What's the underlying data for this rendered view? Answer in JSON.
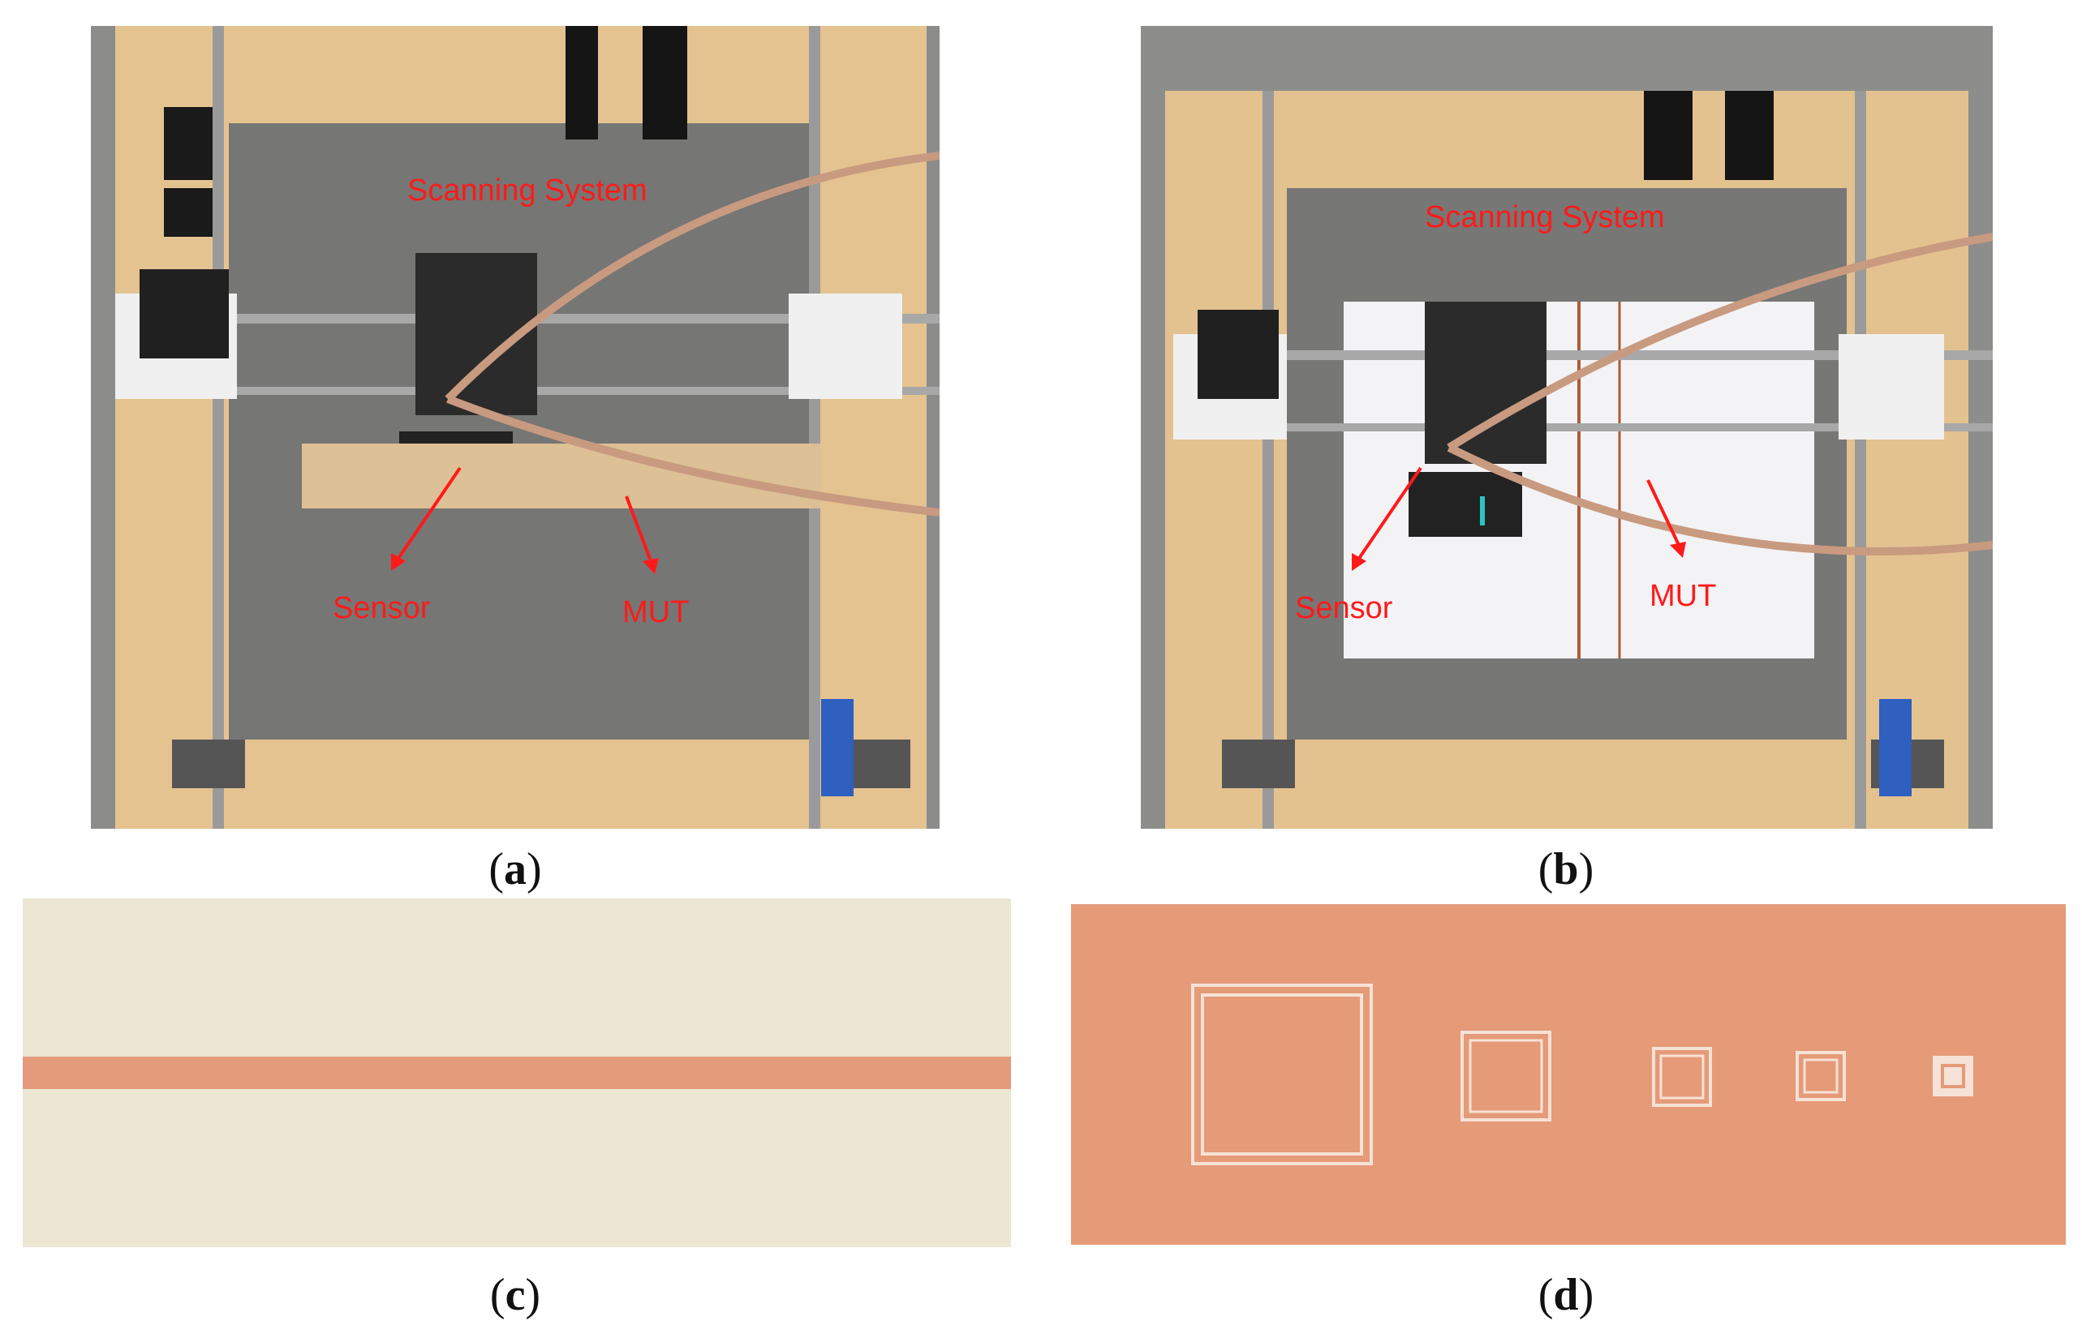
{
  "panels": {
    "a": {
      "caption_letter": "a",
      "label_scanning": "Scanning System",
      "label_sensor": "Sensor",
      "label_mut": "MUT"
    },
    "b": {
      "caption_letter": "b",
      "label_scanning": "Scanning System",
      "label_sensor": "Sensor",
      "label_mut": "MUT"
    },
    "c": {
      "caption_letter": "c"
    },
    "d": {
      "caption_letter": "d"
    }
  },
  "colors": {
    "annotation": "#ff1a1a",
    "wood": "#e2c08f",
    "copper": "#e59a78",
    "substrate": "#ece6d3"
  }
}
